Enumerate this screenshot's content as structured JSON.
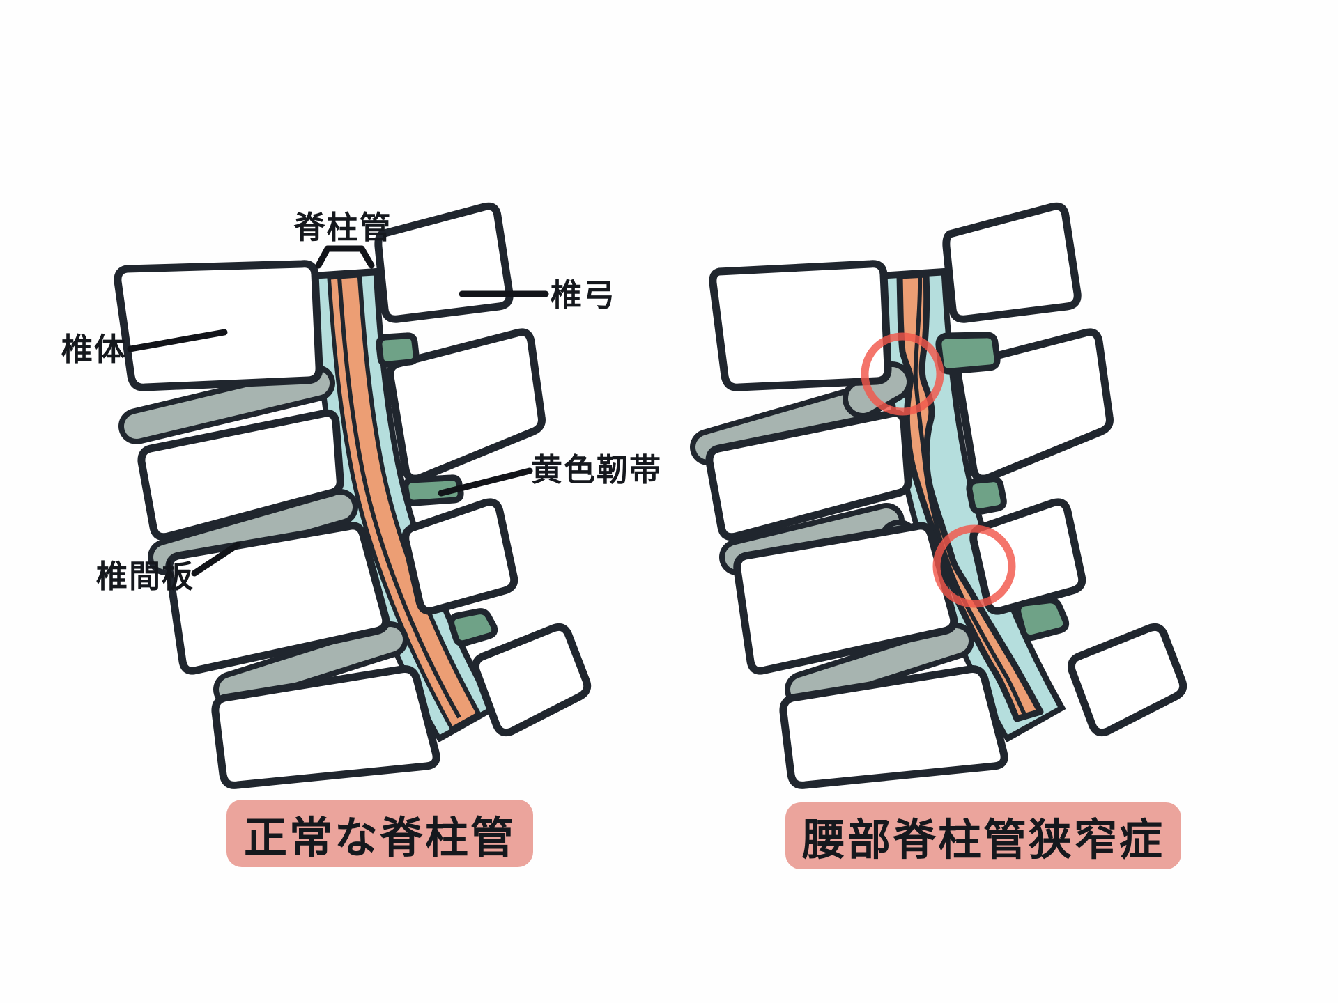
{
  "figure": {
    "description": "Comparison diagram of a normal spinal canal and lumbar spinal stenosis (side view of lumbar spine)",
    "panels": [
      {
        "id": "left",
        "title": "正常な脊柱管"
      },
      {
        "id": "right",
        "title": "腰部脊柱管狭窄症"
      }
    ]
  },
  "titles": {
    "left": "正常な脊柱管",
    "right": "腰部脊柱管狭窄症"
  },
  "annotations": {
    "spinal_canal": "脊柱管",
    "vertebral_body": "椎体",
    "vertebral_arch": "椎弓",
    "ligamentum_flavum": "黄色靭帯",
    "intervertebral_disc": "椎間板"
  },
  "icons": {
    "stenosis_marker": "red-circle-highlight",
    "canal_bracket": "bracket-pointer"
  },
  "colors": {
    "outline": "#20262e",
    "bone": "#ffffff",
    "canal": "#b5dedd",
    "nerve": "#ec9e74",
    "ligament": "#6fa287",
    "disc": "#a7b4b0",
    "box": "#eba49c",
    "circle": "#f2574b",
    "text": "#15181d",
    "bg": "#fefefe"
  }
}
